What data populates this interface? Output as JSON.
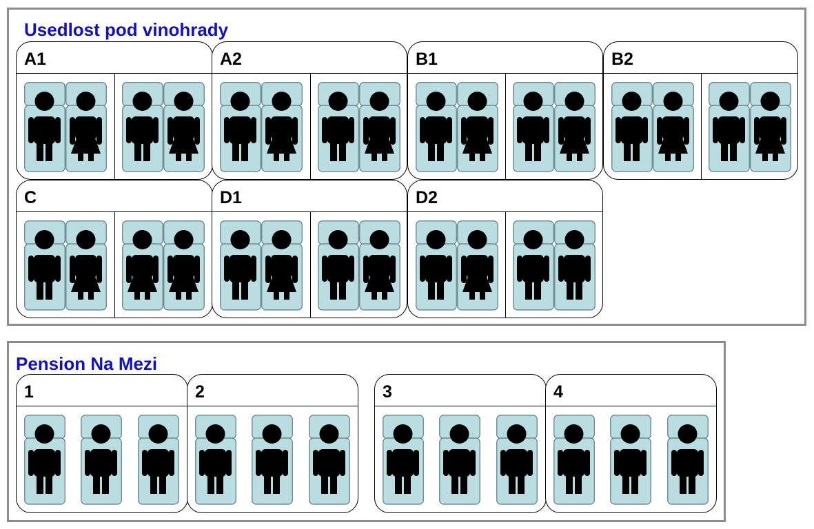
{
  "colors": {
    "panel_border": "#8c8c8c",
    "title": "#1010cc",
    "bed_fill": "#b9dde1",
    "figure": "#000000"
  },
  "sections": [
    {
      "title": "Usedlost pod vinohrady",
      "rooms": [
        {
          "label": "A1",
          "units": [
            [
              "male",
              "female"
            ],
            [
              "male",
              "female"
            ]
          ]
        },
        {
          "label": "A2",
          "units": [
            [
              "male",
              "female"
            ],
            [
              "male",
              "female"
            ]
          ]
        },
        {
          "label": "B1",
          "units": [
            [
              "male",
              "female"
            ],
            [
              "male",
              "female"
            ]
          ]
        },
        {
          "label": "B2",
          "units": [
            [
              "male",
              "female"
            ],
            [
              "male",
              "female"
            ]
          ]
        },
        {
          "label": "C",
          "units": [
            [
              "male",
              "female"
            ],
            [
              "female",
              "female"
            ]
          ]
        },
        {
          "label": "D1",
          "units": [
            [
              "male",
              "female"
            ],
            [
              "male",
              "female"
            ]
          ]
        },
        {
          "label": "D2",
          "units": [
            [
              "male",
              "female"
            ],
            [
              "male",
              "male"
            ]
          ]
        }
      ]
    },
    {
      "title": "Pension Na Mezi",
      "rooms": [
        {
          "label": "1",
          "units": [
            [
              "male"
            ],
            [
              "male"
            ],
            [
              "male"
            ]
          ]
        },
        {
          "label": "2",
          "units": [
            [
              "male"
            ],
            [
              "male"
            ],
            [
              "male"
            ]
          ]
        },
        {
          "label": "3",
          "units": [
            [
              "male"
            ],
            [
              "male"
            ],
            [
              "male"
            ]
          ]
        },
        {
          "label": "4",
          "units": [
            [
              "male"
            ],
            [
              "male"
            ],
            [
              "male"
            ]
          ]
        }
      ]
    }
  ]
}
